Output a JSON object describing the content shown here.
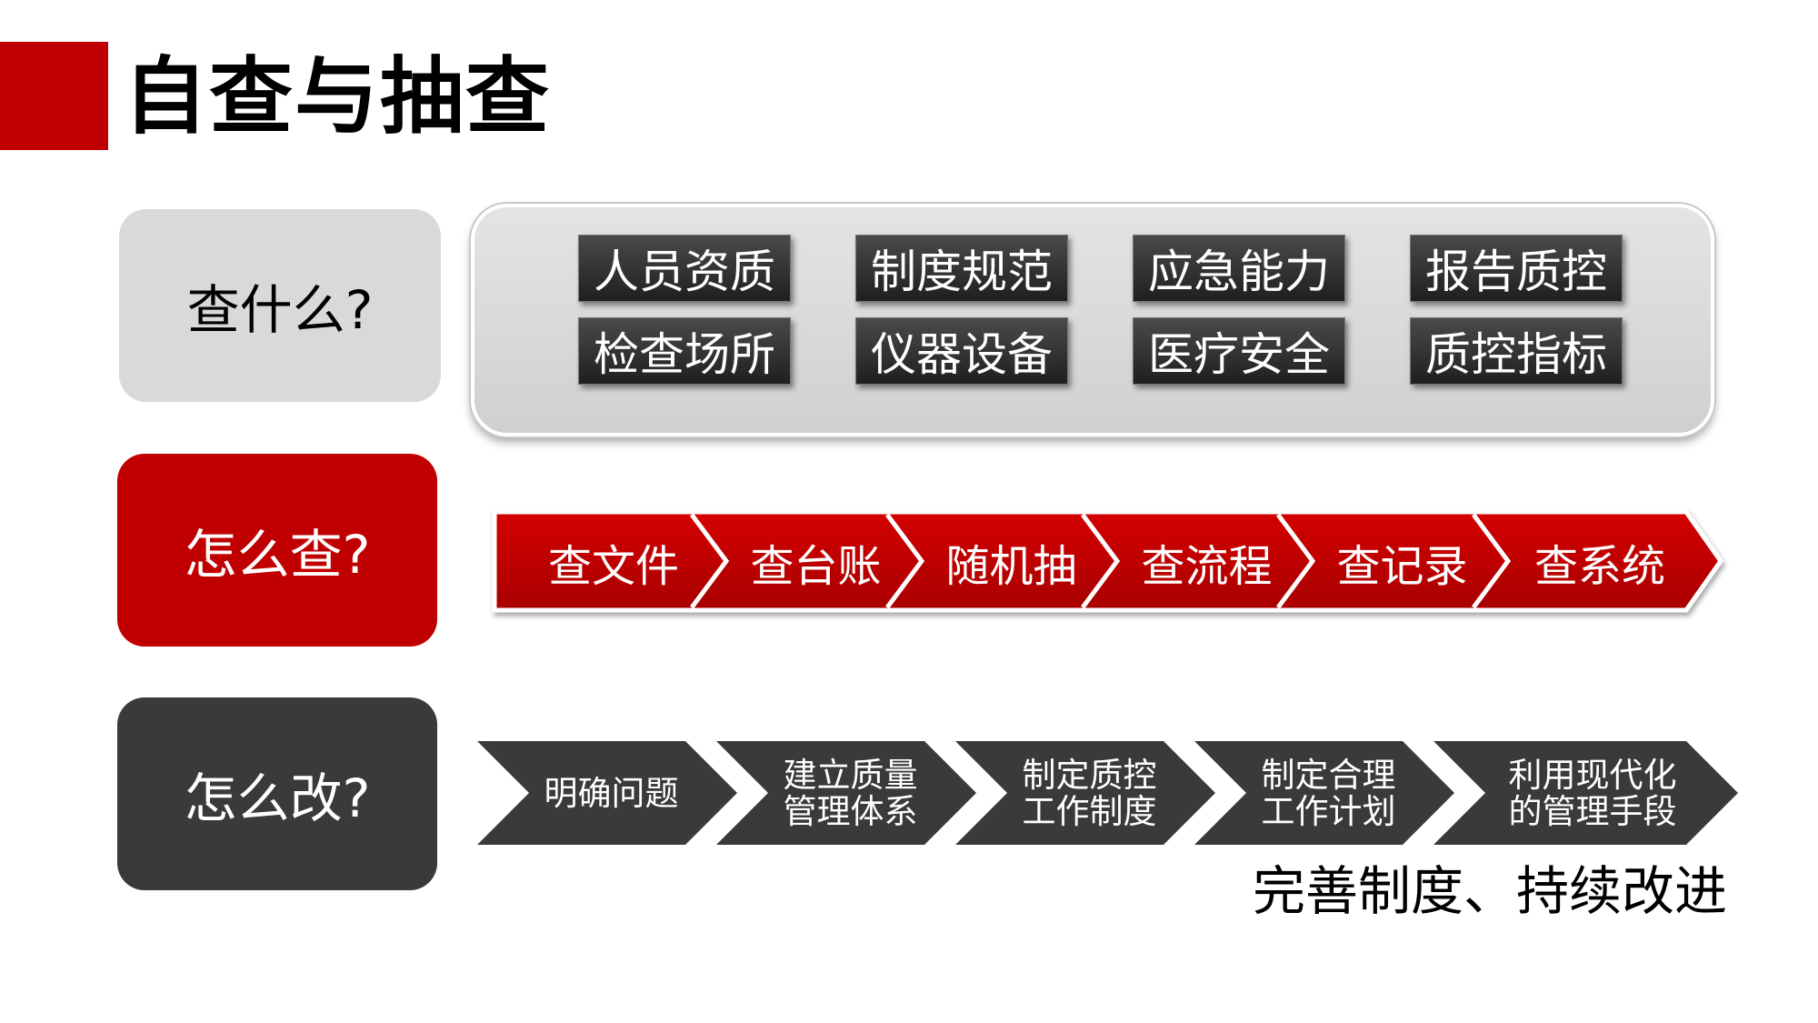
{
  "title": "自查与抽查",
  "rows": {
    "what": {
      "label": "查什么?",
      "items": [
        "人员资质",
        "制度规范",
        "应急能力",
        "报告质控",
        "检查场所",
        "仪器设备",
        "医疗安全",
        "质控指标"
      ]
    },
    "how": {
      "label": "怎么查?",
      "steps": [
        "查文件",
        "查台账",
        "随机抽",
        "查流程",
        "查记录",
        "查系统"
      ]
    },
    "fix": {
      "label": "怎么改?",
      "steps": [
        {
          "line1": "明确问题",
          "line2": ""
        },
        {
          "line1": "建立质量",
          "line2": "管理体系"
        },
        {
          "line1": "制定质控",
          "line2": "工作制度"
        },
        {
          "line1": "制定合理",
          "line2": "工作计划"
        },
        {
          "line1": "利用现代化",
          "line2": "的管理手段"
        }
      ]
    }
  },
  "footer": "完善制度、持续改进",
  "colors": {
    "red": "#c00000",
    "dark": "#3a3a3a",
    "grey": "#d9d9d9"
  }
}
